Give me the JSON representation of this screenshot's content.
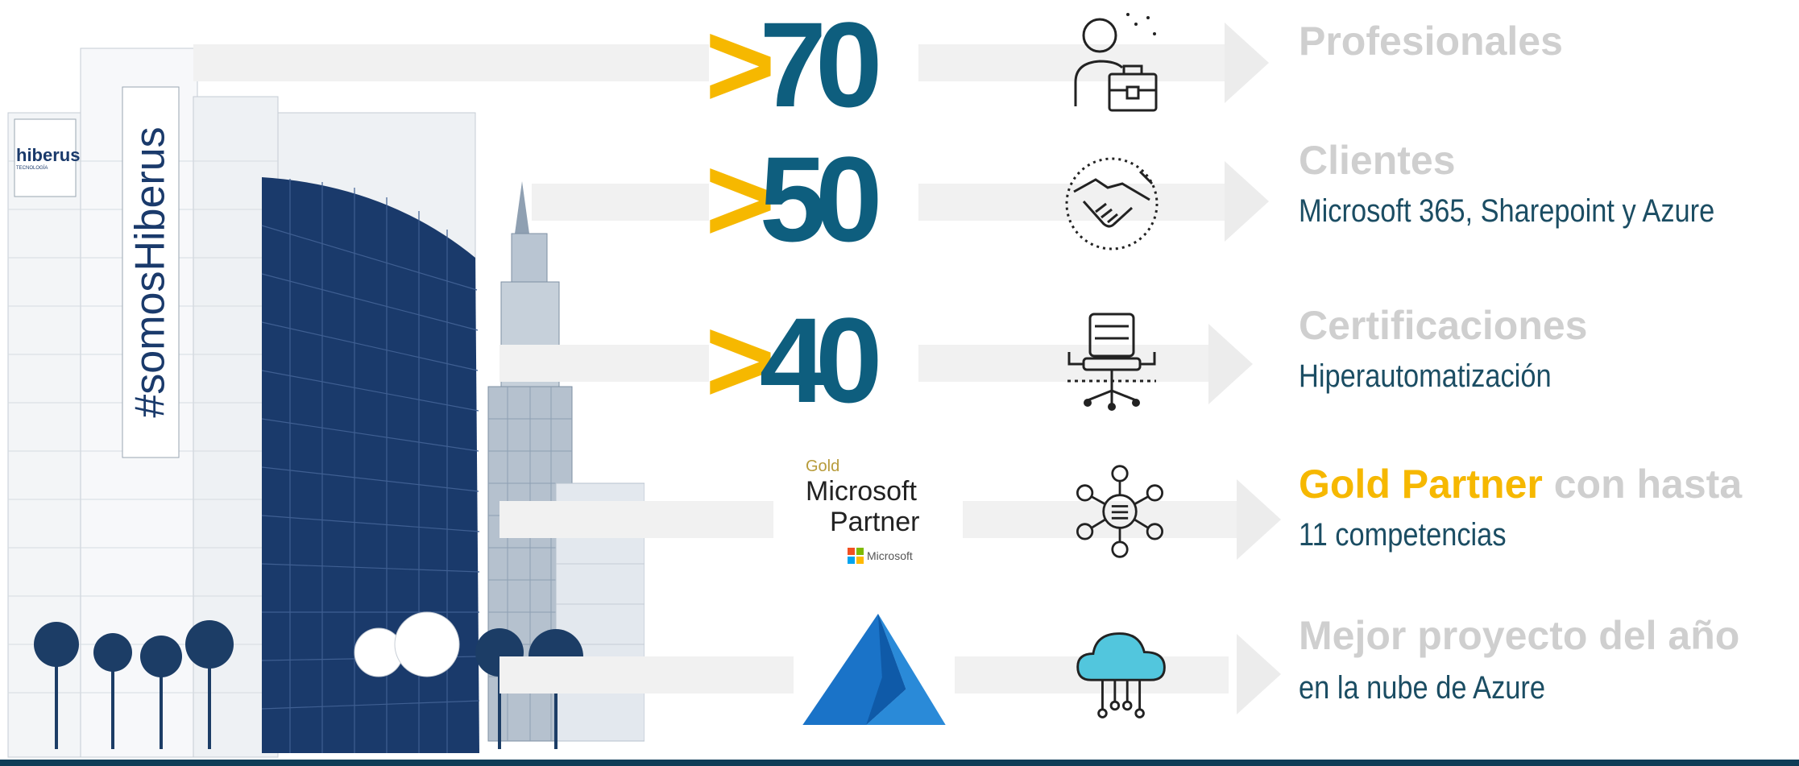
{
  "building": {
    "sign_vertical": "#somosHiberus",
    "sign_logo": "hiberus",
    "sign_logo_sub": "TECNOLOGÍA"
  },
  "stats": [
    {
      "prefix": ">",
      "value": "70",
      "icon": "professional-briefcase-icon",
      "heading": "Profesionales",
      "subtitle": ""
    },
    {
      "prefix": ">",
      "value": "50",
      "icon": "handshake-icon",
      "heading": "Clientes",
      "subtitle": "Microsoft 365, Sharepoint y Azure"
    },
    {
      "prefix": ">",
      "value": "40",
      "icon": "office-chair-icon",
      "heading": "Certificaciones",
      "subtitle": "Hiperautomatización"
    }
  ],
  "partner": {
    "badge_gold": "Gold",
    "badge_line1": "Microsoft",
    "badge_line2": "Partner",
    "badge_logo_text": "Microsoft",
    "icon": "network-hub-icon",
    "heading_highlight": "Gold Partner",
    "heading_rest": " con hasta",
    "subtitle": "11 competencias"
  },
  "azure": {
    "logo": "azure-logo",
    "icon": "cloud-computing-icon",
    "heading": "Mejor proyecto del año",
    "subtitle": "en la nube de Azure"
  },
  "colors": {
    "accent_yellow": "#f6b800",
    "number_blue": "#0e5e7e",
    "heading_grey": "#cfcfcf",
    "subtitle_blue": "#1b4d63",
    "building_navy": "#1a3a6b",
    "azure_blue": "#1a73c8",
    "bottom_bar": "#0f3d57"
  }
}
